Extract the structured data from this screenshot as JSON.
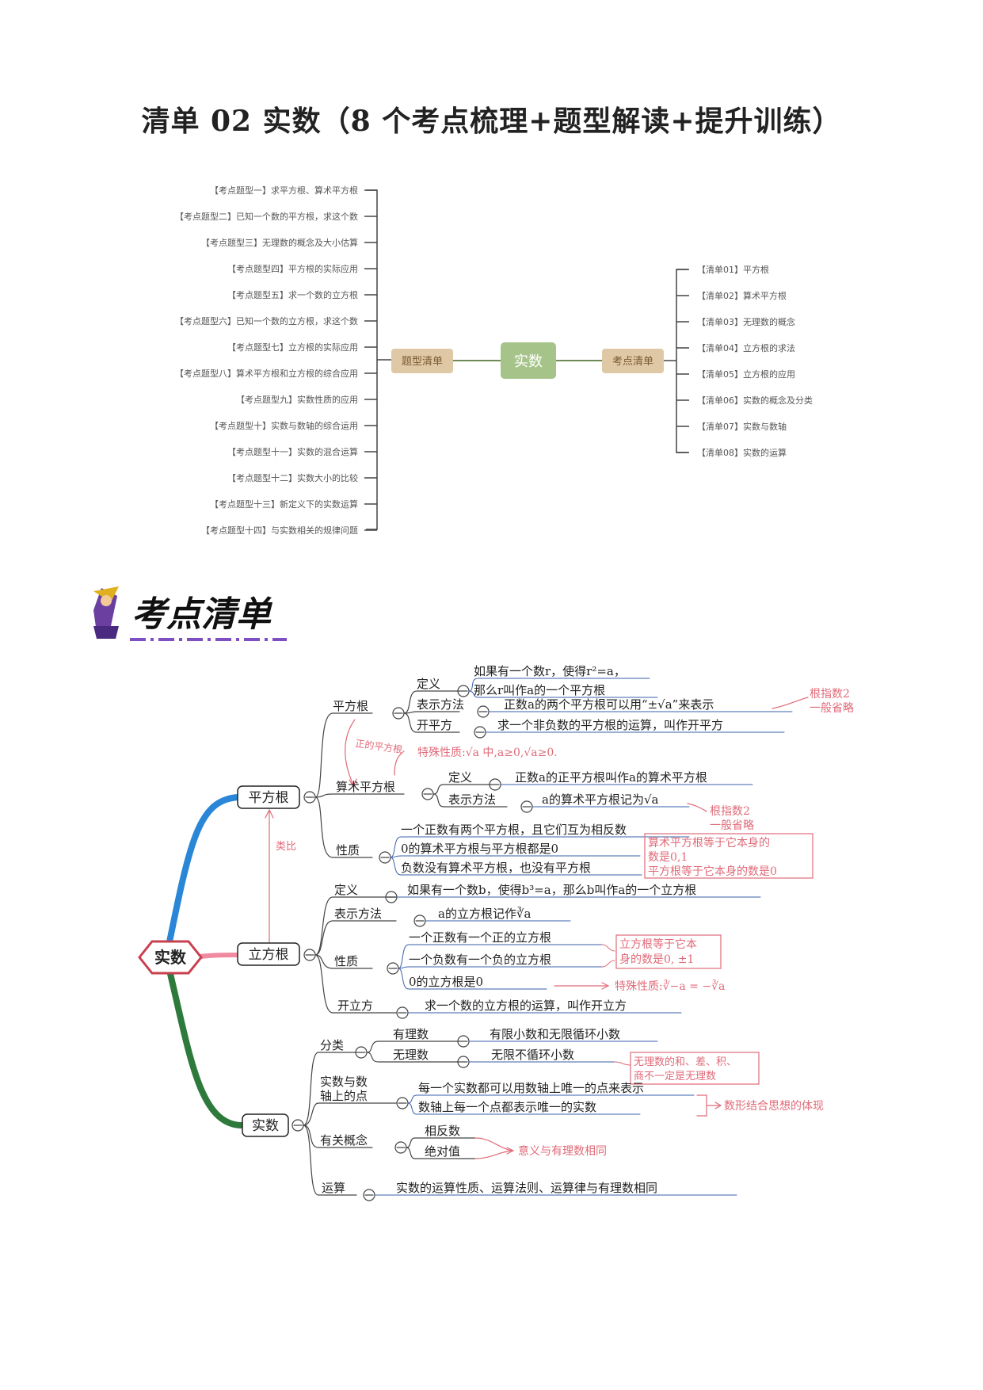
{
  "title": "清单 02 实数（8 个考点梳理+题型解读+提升训练）",
  "overview": {
    "center": "实数",
    "left_hub": "题型清单",
    "right_hub": "考点清单",
    "left_items": [
      "【考点题型一】求平方根、算术平方根",
      "【考点题型二】已知一个数的平方根，求这个数",
      "【考点题型三】无理数的概念及大小估算",
      "【考点题型四】平方根的实际应用",
      "【考点题型五】求一个数的立方根",
      "【考点题型六】已知一个数的立方根，求这个数",
      "【考点题型七】立方根的实际应用",
      "【考点题型八】算术平方根和立方根的综合应用",
      "【考点题型九】实数性质的应用",
      "【考点题型十】实数与数轴的综合运用",
      "【考点题型十一】实数的混合运算",
      "【考点题型十二】实数大小的比较",
      "【考点题型十三】新定义下的实数运算",
      "【考点题型十四】与实数相关的规律问题"
    ],
    "right_items": [
      "【清单01】平方根",
      "【清单02】算术平方根",
      "【清单03】无理数的概念",
      "【清单04】立方根的求法",
      "【清单05】立方根的应用",
      "【清单06】实数的概念及分类",
      "【清单07】实数与数轴",
      "【清单08】实数的运算"
    ]
  },
  "banner": "考点清单",
  "mindmap": {
    "root": "实数",
    "sqrt": {
      "label": "平方根",
      "pfg": "平方根",
      "def_label": "定义",
      "def_line1": "如果有一个数r，使得r²=a，",
      "def_line2": "那么r叫作a的一个平方根",
      "rep_label": "表示方法",
      "rep_text": "正数a的两个平方根可以用“±√a”来表示",
      "kpf_label": "开平方",
      "kpf_text": "求一个非负数的平方根的运算，叫作开平方",
      "note_root_index": "根指数2",
      "note_omit": "一般省略",
      "note_positive": "正的平方根",
      "special": "特殊性质:√a 中,a≥0,√a≥0.",
      "arith_label": "算术平方根",
      "arith_def_label": "定义",
      "arith_def": "正数a的正平方根叫作a的算术平方根",
      "arith_rep_label": "表示方法",
      "arith_rep": "a的算术平方根记为√a",
      "note_root_index2": "根指数2",
      "note_omit2": "一般省略",
      "prop_label": "性质",
      "prop1": "一个正数有两个平方根，且它们互为相反数",
      "prop2": "0的算术平方根与平方根都是0",
      "prop3": "负数没有算术平方根，也没有平方根",
      "box1_line1": "算术平方根等于它本身的",
      "box1_line2": "数是0,1",
      "box1_line3": "平方根等于它本身的数是0",
      "analogy": "类比"
    },
    "cbrt": {
      "label": "立方根",
      "def_label": "定义",
      "def": "如果有一个数b，使得b³=a，那么b叫作a的一个立方根",
      "rep_label": "表示方法",
      "rep": "a的立方根记作∛a",
      "prop_label": "性质",
      "prop1": "一个正数有一个正的立方根",
      "prop2": "一个负数有一个负的立方根",
      "prop3": "0的立方根是0",
      "box_line1": "立方根等于它本",
      "box_line2": "身的数是0, ±1",
      "special": "特殊性质:∛−a = −∛a",
      "op_label": "开立方",
      "op": "求一个数的立方根的运算，叫作开立方"
    },
    "real": {
      "label": "实数",
      "class_label": "分类",
      "rational_label": "有理数",
      "rational": "有限小数和无限循环小数",
      "irrational_label": "无理数",
      "irrational": "无限不循环小数",
      "box_line1": "无理数的和、差、积、",
      "box_line2": "商不一定是无理数",
      "axis_label1": "实数与数",
      "axis_label2": "轴上的点",
      "axis1": "每一个实数都可以用数轴上唯一的点来表示",
      "axis2": "数轴上每一个点都表示唯一的实数",
      "axis_note": "数形结合思想的体现",
      "concept_label": "有关概念",
      "opposite": "相反数",
      "absolute": "绝对值",
      "concept_note": "意义与有理数相同",
      "op_label": "运算",
      "op": "实数的运算性质、运算法则、运算律与有理数相同"
    }
  }
}
